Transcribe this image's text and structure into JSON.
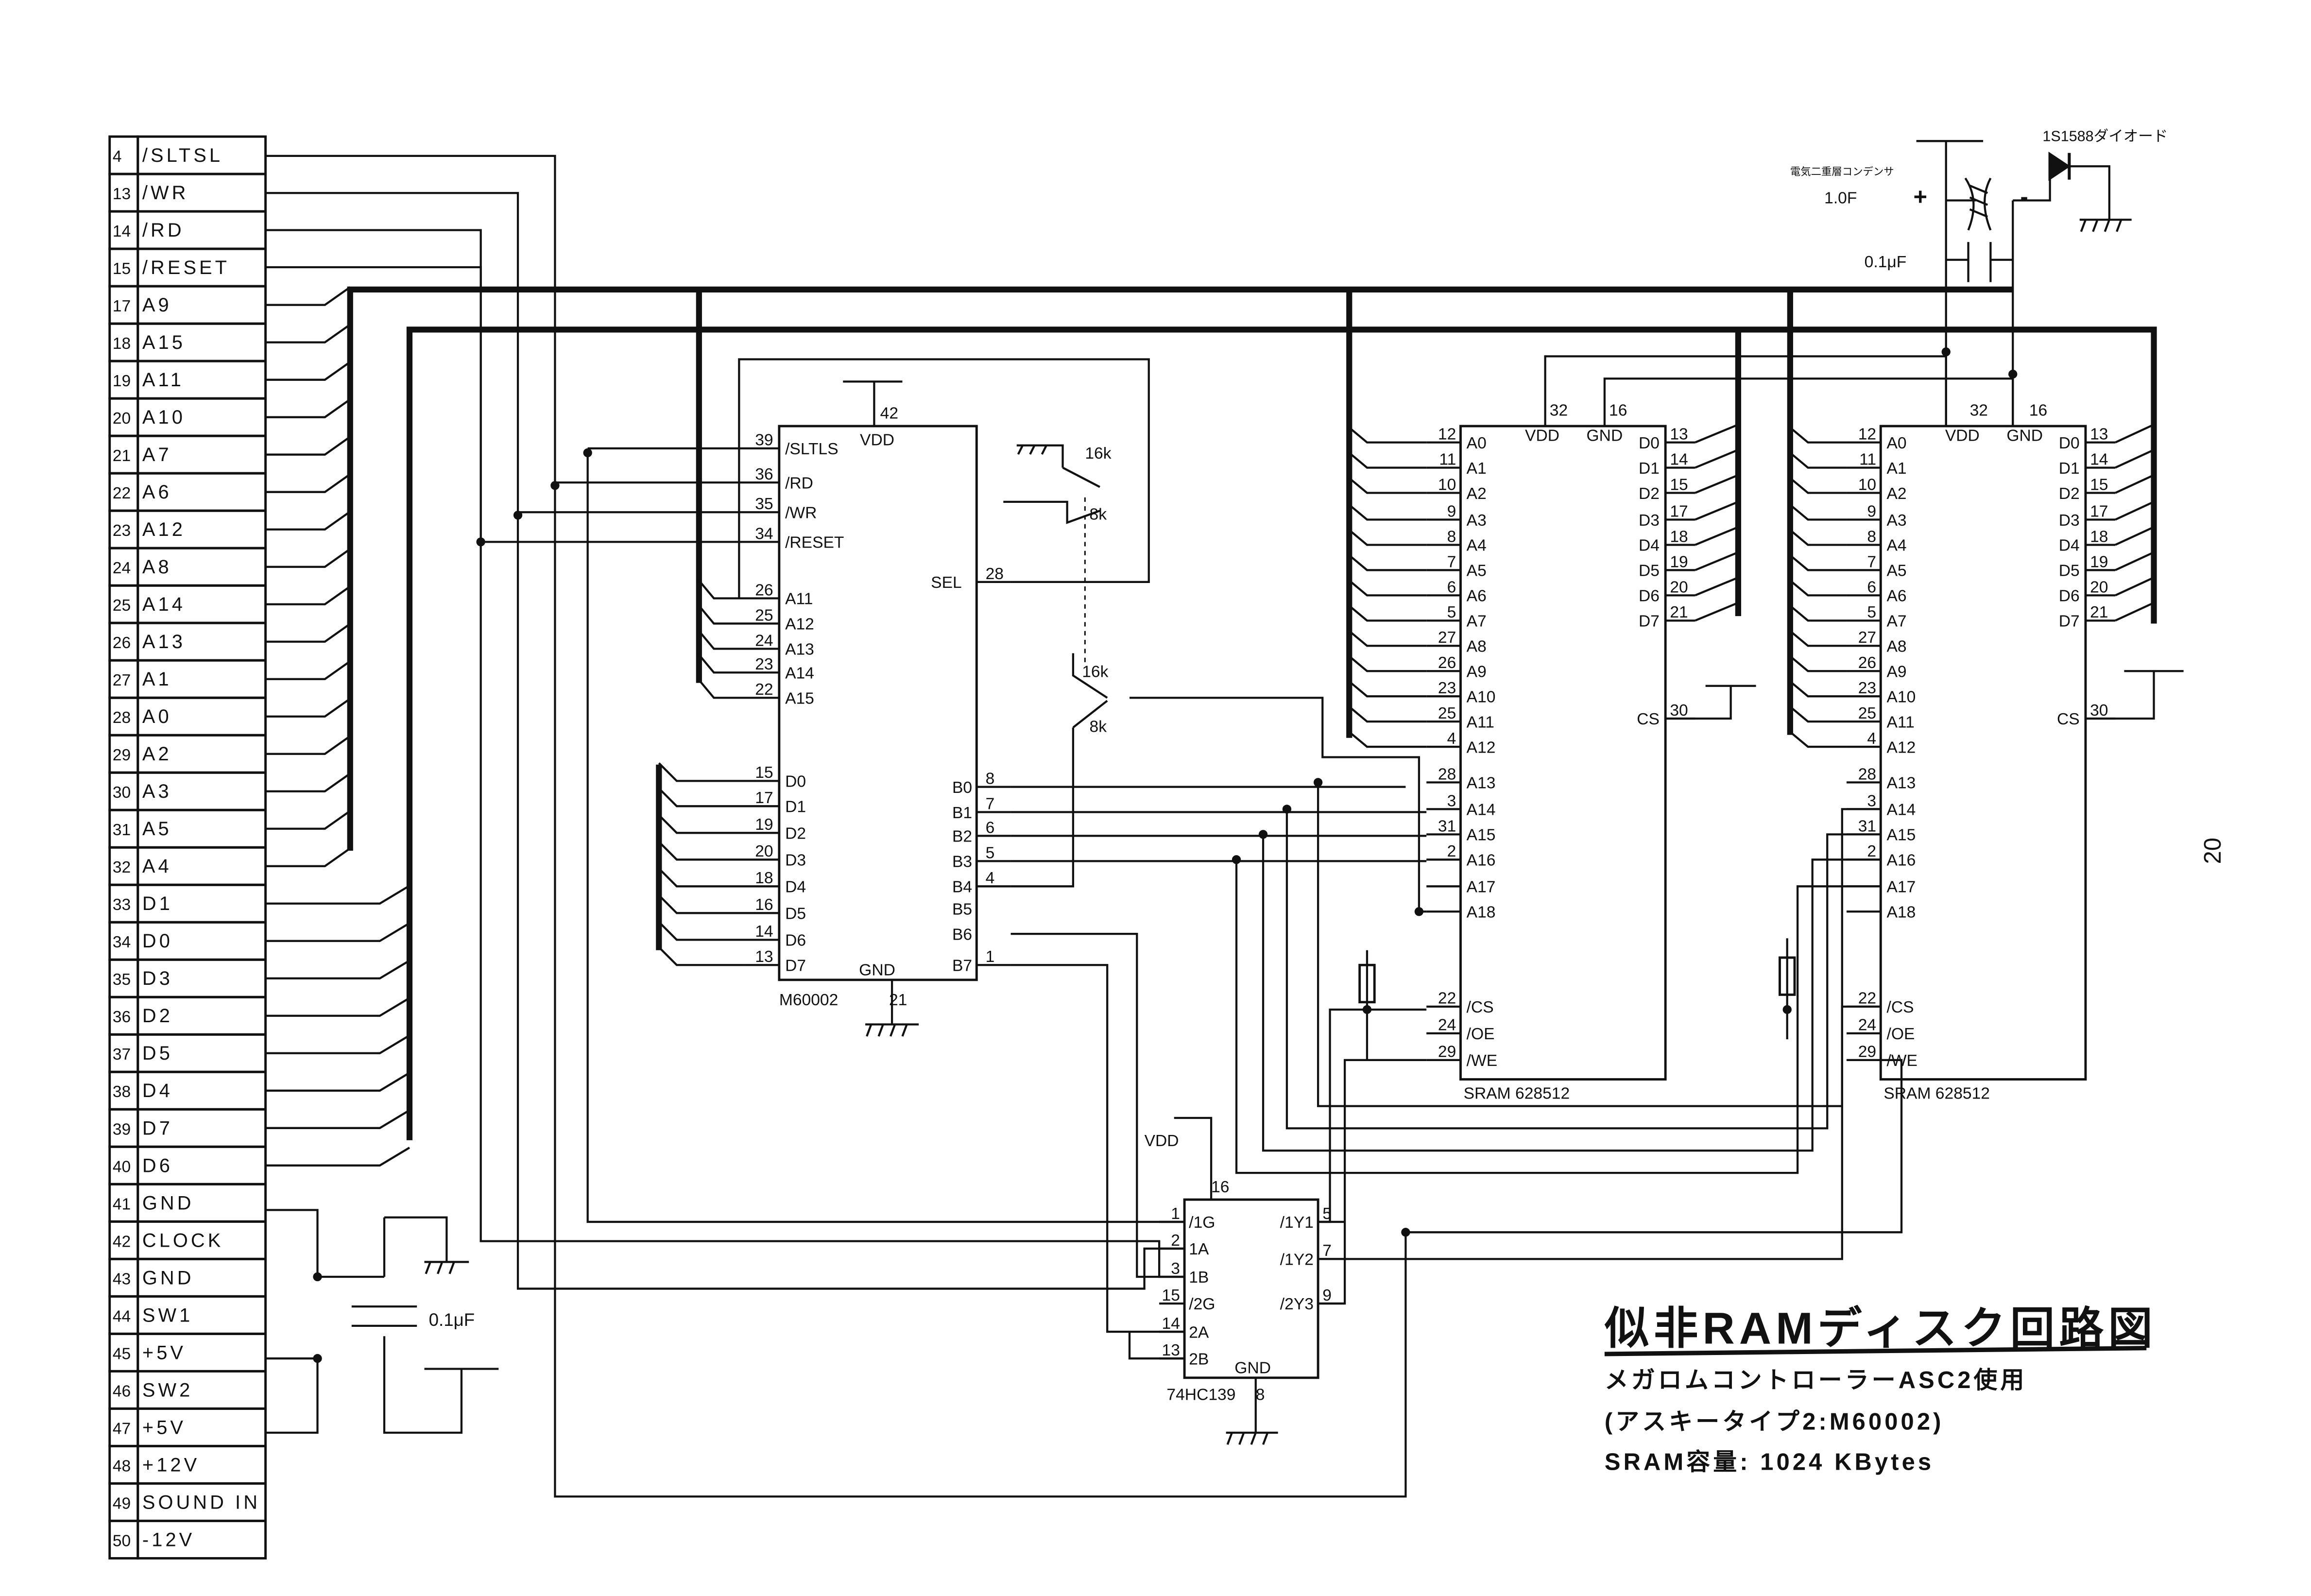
{
  "title": {
    "main": "似非RAMディスク回路図",
    "line1": "メガロムコントローラーASC2使用",
    "line2": "(アスキータイプ2:M60002)",
    "line3": "SRAM容量: 1024 KBytes"
  },
  "page_number": "20",
  "connector": {
    "rows": [
      {
        "pin": "4",
        "name": "/SLTSL"
      },
      {
        "pin": "13",
        "name": "/WR"
      },
      {
        "pin": "14",
        "name": "/RD"
      },
      {
        "pin": "15",
        "name": "/RESET"
      },
      {
        "pin": "17",
        "name": "A9"
      },
      {
        "pin": "18",
        "name": "A15"
      },
      {
        "pin": "19",
        "name": "A11"
      },
      {
        "pin": "20",
        "name": "A10"
      },
      {
        "pin": "21",
        "name": "A7"
      },
      {
        "pin": "22",
        "name": "A6"
      },
      {
        "pin": "23",
        "name": "A12"
      },
      {
        "pin": "24",
        "name": "A8"
      },
      {
        "pin": "25",
        "name": "A14"
      },
      {
        "pin": "26",
        "name": "A13"
      },
      {
        "pin": "27",
        "name": "A1"
      },
      {
        "pin": "28",
        "name": "A0"
      },
      {
        "pin": "29",
        "name": "A2"
      },
      {
        "pin": "30",
        "name": "A3"
      },
      {
        "pin": "31",
        "name": "A5"
      },
      {
        "pin": "32",
        "name": "A4"
      },
      {
        "pin": "33",
        "name": "D1"
      },
      {
        "pin": "34",
        "name": "D0"
      },
      {
        "pin": "35",
        "name": "D3"
      },
      {
        "pin": "36",
        "name": "D2"
      },
      {
        "pin": "37",
        "name": "D5"
      },
      {
        "pin": "38",
        "name": "D4"
      },
      {
        "pin": "39",
        "name": "D7"
      },
      {
        "pin": "40",
        "name": "D6"
      },
      {
        "pin": "41",
        "name": "GND"
      },
      {
        "pin": "42",
        "name": "CLOCK"
      },
      {
        "pin": "43",
        "name": "GND"
      },
      {
        "pin": "44",
        "name": "SW1"
      },
      {
        "pin": "45",
        "name": "+5V"
      },
      {
        "pin": "46",
        "name": "SW2"
      },
      {
        "pin": "47",
        "name": "+5V"
      },
      {
        "pin": "48",
        "name": "+12V"
      },
      {
        "pin": "49",
        "name": "SOUND IN"
      },
      {
        "pin": "50",
        "name": "-12V"
      }
    ]
  },
  "m60002": {
    "label": "M60002",
    "vdd": {
      "pin": "42",
      "name": "VDD"
    },
    "gnd": {
      "pin": "21",
      "name": "GND"
    },
    "left": [
      {
        "pin": "39",
        "name": "/SLTLS"
      },
      {
        "pin": "36",
        "name": "/RD"
      },
      {
        "pin": "35",
        "name": "/WR"
      },
      {
        "pin": "34",
        "name": "/RESET"
      },
      {
        "pin": "26",
        "name": "A11"
      },
      {
        "pin": "25",
        "name": "A12"
      },
      {
        "pin": "24",
        "name": "A13"
      },
      {
        "pin": "23",
        "name": "A14"
      },
      {
        "pin": "22",
        "name": "A15"
      },
      {
        "pin": "15",
        "name": "D0"
      },
      {
        "pin": "17",
        "name": "D1"
      },
      {
        "pin": "19",
        "name": "D2"
      },
      {
        "pin": "20",
        "name": "D3"
      },
      {
        "pin": "18",
        "name": "D4"
      },
      {
        "pin": "16",
        "name": "D5"
      },
      {
        "pin": "14",
        "name": "D6"
      },
      {
        "pin": "13",
        "name": "D7"
      }
    ],
    "right": [
      {
        "pin": "28",
        "name": "SEL"
      },
      {
        "pin": "8",
        "name": "B0"
      },
      {
        "pin": "7",
        "name": "B1"
      },
      {
        "pin": "6",
        "name": "B2"
      },
      {
        "pin": "5",
        "name": "B3"
      },
      {
        "pin": "4",
        "name": "B4"
      },
      {
        "pin": "",
        "name": "B5"
      },
      {
        "pin": "",
        "name": "B6"
      },
      {
        "pin": "1",
        "name": "B7"
      }
    ]
  },
  "sram": {
    "label": "SRAM  628512",
    "vdd": {
      "pin": "32",
      "name": "VDD"
    },
    "gnd": {
      "pin": "16",
      "name": "GND"
    },
    "left": [
      {
        "pin": "12",
        "name": "A0"
      },
      {
        "pin": "11",
        "name": "A1"
      },
      {
        "pin": "10",
        "name": "A2"
      },
      {
        "pin": "9",
        "name": "A3"
      },
      {
        "pin": "8",
        "name": "A4"
      },
      {
        "pin": "7",
        "name": "A5"
      },
      {
        "pin": "6",
        "name": "A6"
      },
      {
        "pin": "5",
        "name": "A7"
      },
      {
        "pin": "27",
        "name": "A8"
      },
      {
        "pin": "26",
        "name": "A9"
      },
      {
        "pin": "23",
        "name": "A10"
      },
      {
        "pin": "25",
        "name": "A11"
      },
      {
        "pin": "4",
        "name": "A12"
      },
      {
        "pin": "28",
        "name": "A13"
      },
      {
        "pin": "3",
        "name": "A14"
      },
      {
        "pin": "31",
        "name": "A15"
      },
      {
        "pin": "2",
        "name": "A16"
      },
      {
        "pin": "",
        "name": "A17"
      },
      {
        "pin": "",
        "name": "A18"
      },
      {
        "pin": "22",
        "name": "/CS"
      },
      {
        "pin": "24",
        "name": "/OE"
      },
      {
        "pin": "29",
        "name": "/WE"
      }
    ],
    "right": [
      {
        "pin": "13",
        "name": "D0"
      },
      {
        "pin": "14",
        "name": "D1"
      },
      {
        "pin": "15",
        "name": "D2"
      },
      {
        "pin": "17",
        "name": "D3"
      },
      {
        "pin": "18",
        "name": "D4"
      },
      {
        "pin": "19",
        "name": "D5"
      },
      {
        "pin": "20",
        "name": "D6"
      },
      {
        "pin": "21",
        "name": "D7"
      },
      {
        "pin": "30",
        "name": "CS"
      }
    ]
  },
  "decoder": {
    "label": "74HC139",
    "vdd": {
      "pin": "16",
      "name": "VDD"
    },
    "gnd": {
      "pin": "8",
      "name": "GND"
    },
    "left": [
      {
        "pin": "1",
        "name": "/1G"
      },
      {
        "pin": "2",
        "name": "1A"
      },
      {
        "pin": "3",
        "name": "1B"
      },
      {
        "pin": "15",
        "name": "/2G"
      },
      {
        "pin": "14",
        "name": "2A"
      },
      {
        "pin": "13",
        "name": "2B"
      }
    ],
    "right": [
      {
        "pin": "5",
        "name": "/1Y1"
      },
      {
        "pin": "7",
        "name": "/1Y2"
      },
      {
        "pin": "9",
        "name": "/2Y3"
      }
    ]
  },
  "switches": {
    "opt_a": "16k",
    "opt_b": "8k"
  },
  "power": {
    "supercap_label": "電気二重層コンデンサ",
    "supercap_value": "1.0F",
    "plus": "+",
    "minus": "-",
    "bypass_cap": "0.1μF",
    "diode": "1S1588ダイオード"
  },
  "connector_cap": "0.1μF"
}
